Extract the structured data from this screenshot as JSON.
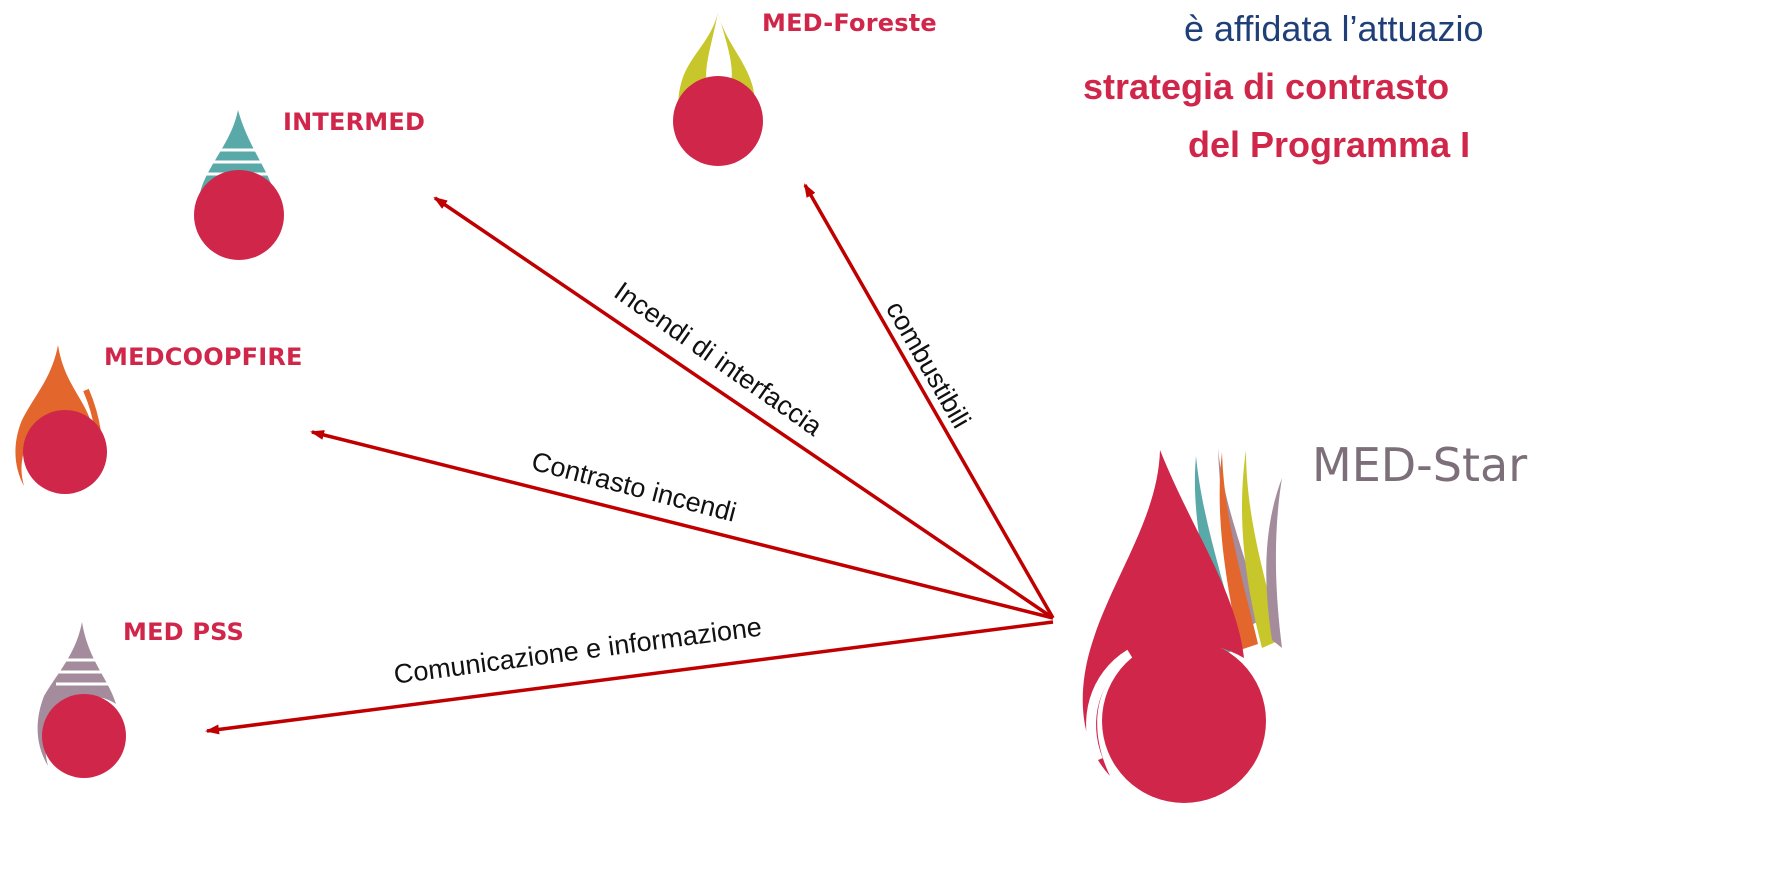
{
  "headline": {
    "line1": "è affidata l’attuazio",
    "line2": "strategia di contrasto",
    "line3": "del Programma I"
  },
  "main_project": {
    "name": "MED-Star",
    "colors": {
      "primary": "#d0264a",
      "teal": "#5aa9a9",
      "orange": "#e3672c",
      "yellow": "#c7c62b",
      "mauve": "#a48c9c"
    }
  },
  "projects": [
    {
      "name": "MED-Foreste",
      "color": "#c7c62b"
    },
    {
      "name": "INTERMED",
      "color": "#5aa9a9"
    },
    {
      "name": "MEDCOOPFIRE",
      "color": "#e3672c"
    },
    {
      "name": "MED PSS",
      "color": "#a48c9c"
    }
  ],
  "edges": [
    {
      "label": "combustibili",
      "target": "MED-Foreste"
    },
    {
      "label": "Incendi di interfaccia",
      "target": "INTERMED"
    },
    {
      "label": "Contrasto incendi",
      "target": "MEDCOOPFIRE"
    },
    {
      "label": "Comunicazione e informazione",
      "target": "MED PSS"
    }
  ],
  "arrow_color": "#c00000",
  "flame_red": "#d0264a"
}
